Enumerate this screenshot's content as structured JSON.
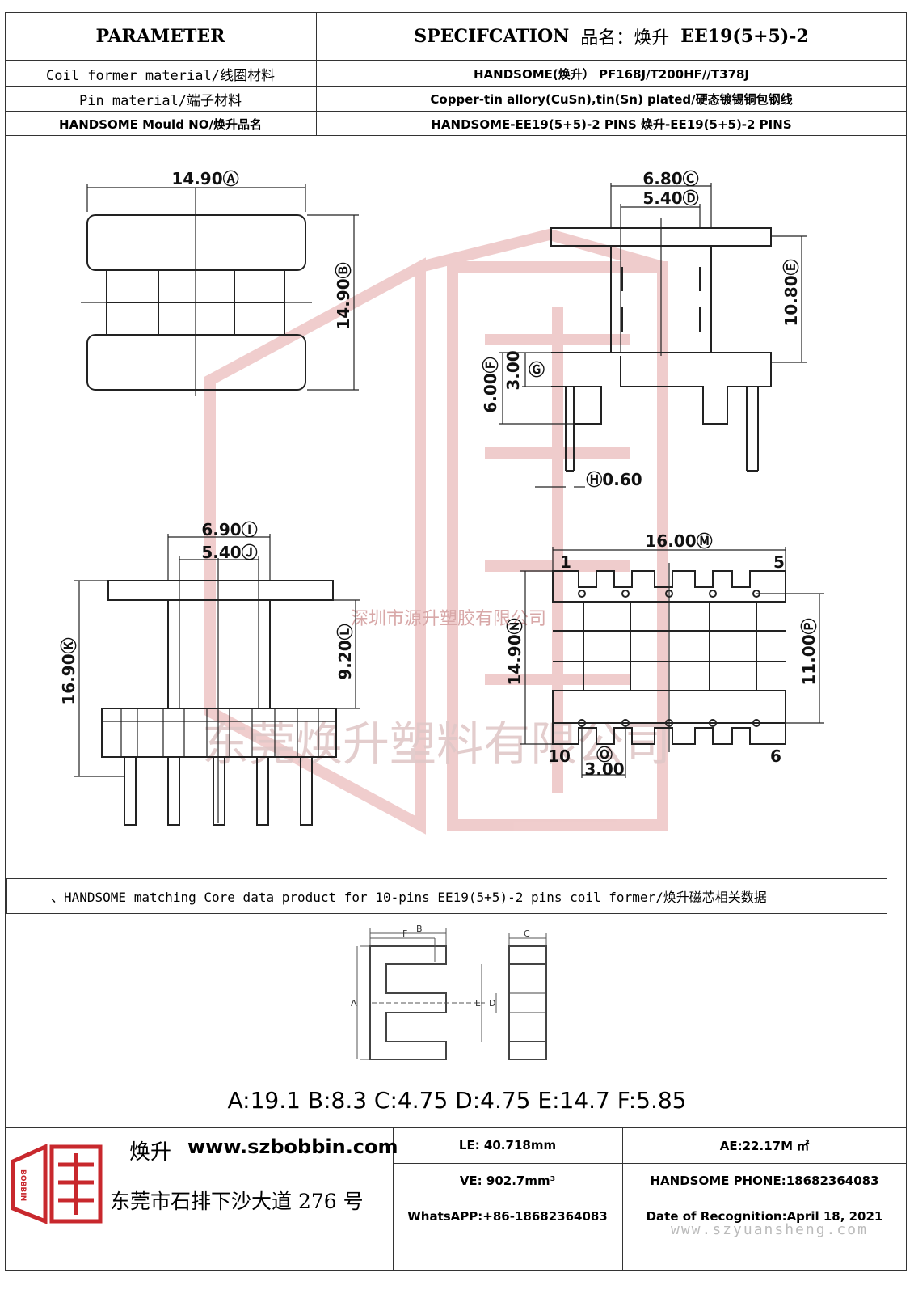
{
  "header": {
    "parameter": "PARAMETER",
    "specification": "SPECIFCATION",
    "product_label": "品名：焕升",
    "product_code": "EE19(5+5)-2"
  },
  "rows": [
    {
      "label": "Coil former material/线圈材料",
      "value": "HANDSOME(焕升）  PF168J/T200HF//T378J"
    },
    {
      "label": "Pin material/端子材料",
      "value": "Copper-tin allory(CuSn),tin(Sn) plated/硬态镀锡铜包钢线"
    },
    {
      "label": "HANDSOME Mould NO/焕升品名",
      "value": "HANDSOME-EE19(5+5)-2 PINS   焕升-EE19(5+5)-2 PINS"
    }
  ],
  "drawing": {
    "dim_a": "14.90Ⓐ",
    "dim_b": "14.90Ⓑ",
    "dim_c": "6.80Ⓒ",
    "dim_d": "5.40Ⓓ",
    "dim_e": "10.80Ⓔ",
    "dim_f": "6.00Ⓕ",
    "dim_g": "3.00",
    "dim_g_mark": "Ⓖ",
    "dim_h": "Ⓗ0.60",
    "dim_i": "6.90Ⓘ",
    "dim_j": "5.40Ⓙ",
    "dim_k": "16.90Ⓚ",
    "dim_l": "9.20Ⓛ",
    "dim_m": "16.00Ⓜ",
    "dim_n": "14.90Ⓝ",
    "dim_o": "Ⓞ",
    "dim_o_val": "3.00",
    "dim_p": "11.00Ⓟ",
    "pin_1": "1",
    "pin_5": "5",
    "pin_10": "10",
    "pin_6": "6",
    "watermark_1": "深圳市源升塑胶有限公司",
    "watermark_2": "东莞焕升塑料有限公司"
  },
  "core_section": {
    "title": "、HANDSOME matching Core data  product for 10-pins EE19(5+5)-2 pins coil former/焕升磁芯相关数据",
    "labels": {
      "a": "A",
      "b": "B",
      "c": "C",
      "d": "D",
      "e": "E",
      "f": "F"
    },
    "dims_text": "A:19.1 B:8.3 C:4.75 D:4.75 E:14.7 F:5.85"
  },
  "footer": {
    "company_short": "焕升",
    "website": "www.szbobbin.com",
    "address": "东莞市石排下沙大道 276 号",
    "le": "LE: 40.718mm",
    "ae": "AE:22.17M ㎡",
    "ve": "VE: 902.7mm³",
    "phone": "HANDSOME PHONE:18682364083",
    "whatsapp": "WhatsAPP:+86-18682364083",
    "date": "Date of Recognition:April 18, 2021",
    "corner_url": "www.szyuansheng.com"
  },
  "colors": {
    "border": "#333333",
    "watermark": "#e8b4b4",
    "logo_red": "#c8282d"
  }
}
